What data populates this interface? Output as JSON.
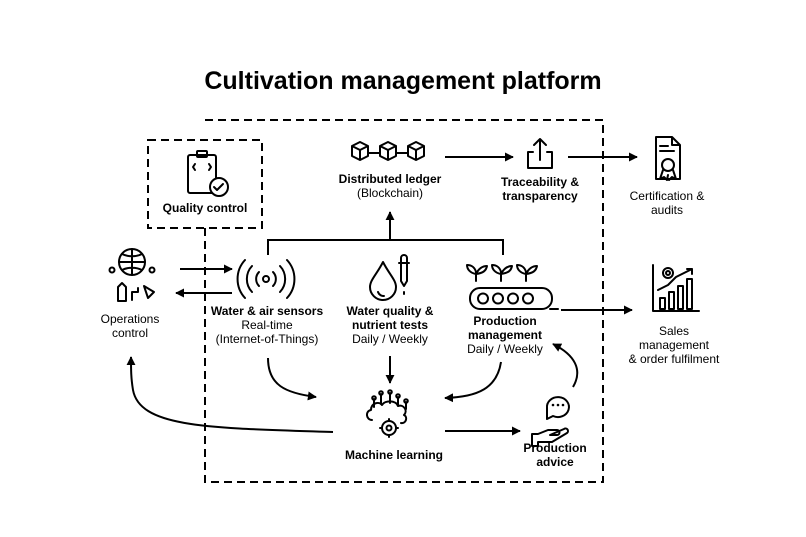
{
  "title": "Cultivation management platform",
  "nodes": {
    "quality_control": {
      "label": "Quality control"
    },
    "distributed_ledger": {
      "label": "Distributed ledger",
      "sub": "(Blockchain)"
    },
    "traceability": {
      "line1": "Traceability &",
      "line2": "transparency"
    },
    "certification": {
      "line1": "Certification &",
      "line2": "audits"
    },
    "operations": {
      "line1": "Operations",
      "line2": "control"
    },
    "sensors": {
      "label": "Water & air sensors",
      "sub1": "Real-time",
      "sub2": "(Internet-of-Things)"
    },
    "water_tests": {
      "line1": "Water quality &",
      "line2": "nutrient tests",
      "sub": "Daily / Weekly"
    },
    "production_mgmt": {
      "line1": "Production",
      "line2": "management",
      "sub": "Daily / Weekly"
    },
    "sales": {
      "line1": "Sales",
      "line2": "management",
      "line3": "& order fulfilment"
    },
    "machine_learning": {
      "label": "Machine learning"
    },
    "production_advice": {
      "line1": "Production",
      "line2": "advice"
    }
  },
  "icons": [
    "clipboard-check-icon",
    "blockchain-icon",
    "share-icon",
    "certificate-icon",
    "operations-icon",
    "sensor-waves-icon",
    "water-dropper-icon",
    "conveyor-plants-icon",
    "sales-chart-icon",
    "ai-brain-icon",
    "advice-hand-icon"
  ],
  "colors": {
    "stroke": "#000000",
    "background": "#ffffff"
  }
}
